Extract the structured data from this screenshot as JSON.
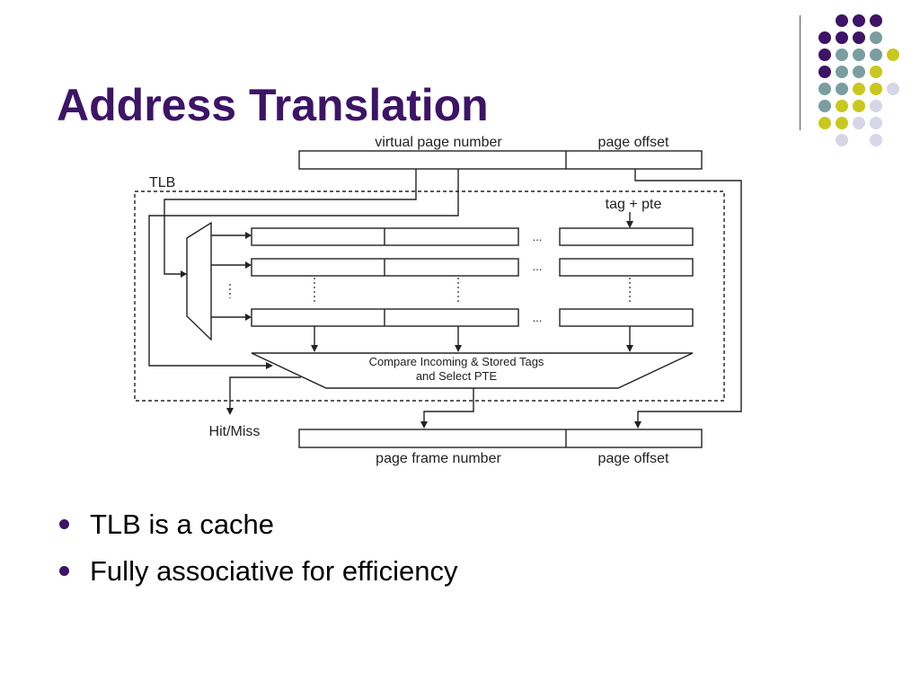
{
  "slide": {
    "title": "Address Translation",
    "bullets": [
      "TLB is a cache",
      "Fully associative for efficiency"
    ]
  },
  "diagram": {
    "labels": {
      "virtual_page_number": "virtual page number",
      "page_offset_top": "page offset",
      "tlb": "TLB",
      "tag_pte": "tag + pte",
      "compare_line1": "Compare Incoming & Stored Tags",
      "compare_line2": "and Select PTE",
      "hit_miss": "Hit/Miss",
      "page_frame_number": "page frame number",
      "page_offset_bottom": "page offset",
      "ellipsis": "..."
    }
  },
  "colors": {
    "title": "#3d1466",
    "purple": "#3d1466",
    "teal": "#7a9e9f",
    "yellow": "#c8c81e",
    "lavender": "#d6d6e8"
  }
}
